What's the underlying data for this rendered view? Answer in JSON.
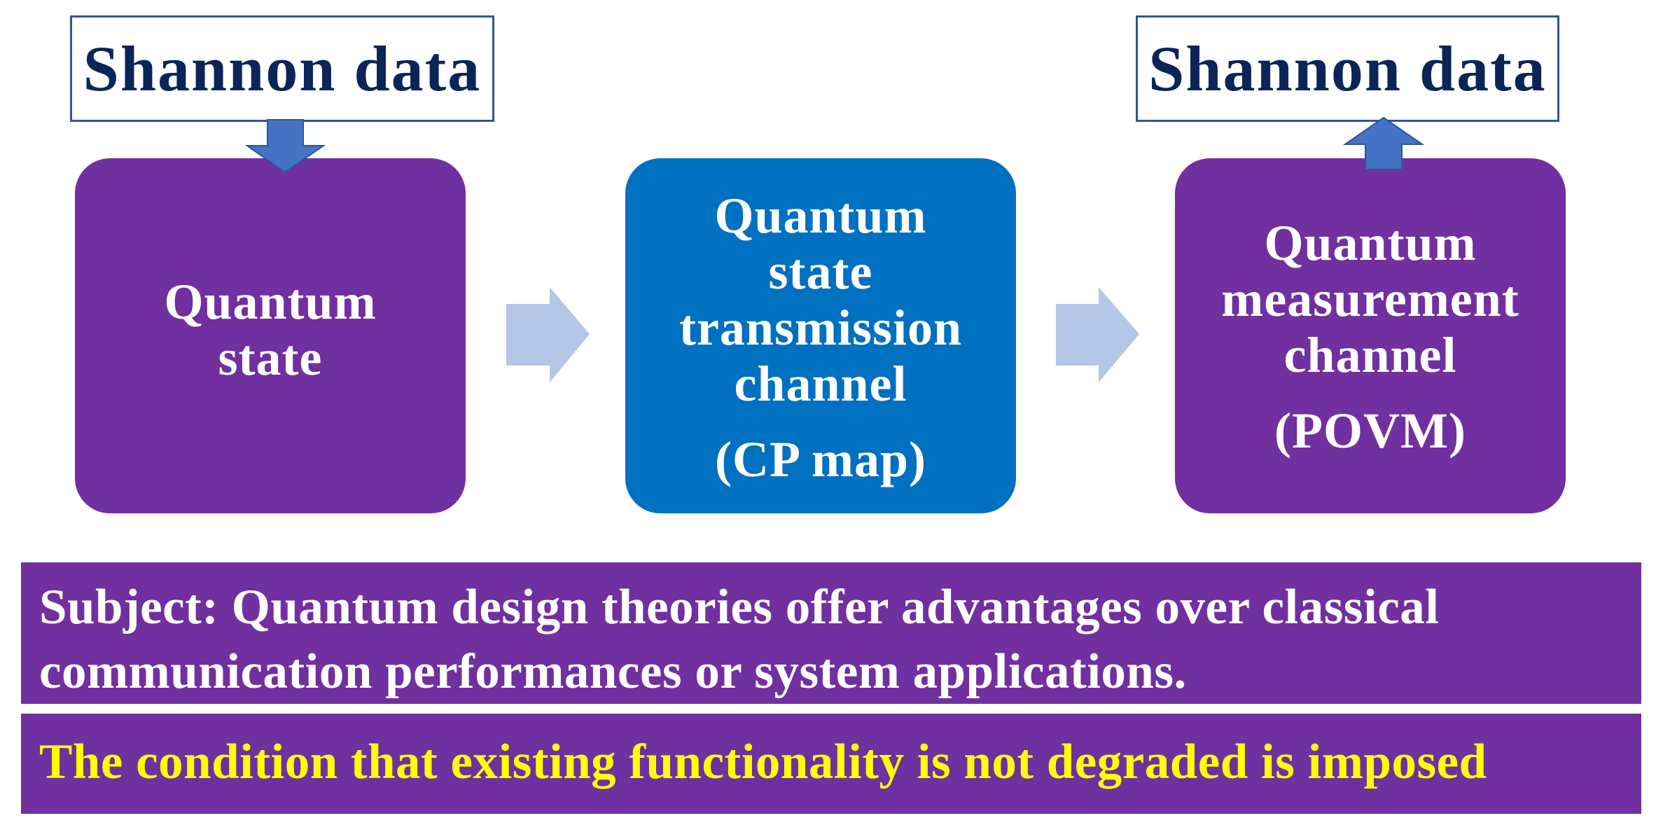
{
  "top_labels": {
    "left": "Shannon data",
    "right": "Shannon data"
  },
  "nodes": {
    "state": {
      "title": "Quantum\nstate"
    },
    "cp": {
      "title": "Quantum\nstate\ntransmission\nchannel",
      "sub": "(CP map)"
    },
    "povm": {
      "title": "Quantum\nmeasurement\nchannel",
      "sub": "(POVM)"
    }
  },
  "banners": {
    "subject": "Subject: Quantum design theories offer advantages over classical communication performances or system applications.",
    "condition": "The condition that existing functionality is not degraded is imposed"
  },
  "colors": {
    "purple": "#7030a0",
    "blue": "#0070c0",
    "label_text": "#0b2558",
    "label_border": "#2f5597",
    "small_arrow": "#4472c4",
    "flow_arrow": "#b4c7e7",
    "condition_text": "#ffff00"
  }
}
